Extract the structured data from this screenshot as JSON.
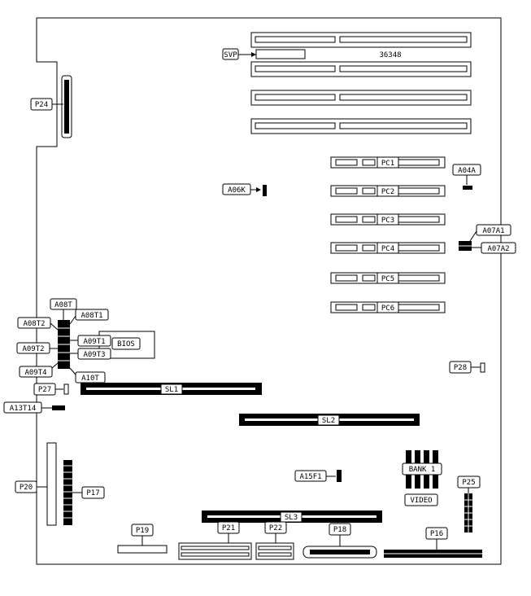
{
  "board": {
    "labels": {
      "svp": "SVP",
      "model": "36348",
      "p24": "P24",
      "pc1": "PC1",
      "pc2": "PC2",
      "pc3": "PC3",
      "pc4": "PC4",
      "pc5": "PC5",
      "pc6": "PC6",
      "a04a": "A04A",
      "a06k": "A06K",
      "a07a1": "A07A1",
      "a07a2": "A07A2",
      "a08t": "A08T",
      "a08t1": "A08T1",
      "a08t2": "A08T2",
      "a09t1": "A09T1",
      "a09t2": "A09T2",
      "a09t3": "A09T3",
      "a09t4": "A09T4",
      "a10t": "A10T",
      "bios": "BIOS",
      "p27": "P27",
      "p28": "P28",
      "sl1": "SL1",
      "sl2": "SL2",
      "sl3": "SL3",
      "a13t14": "A13T14",
      "p20": "P20",
      "p17": "P17",
      "a15f1": "A15F1",
      "bank1": "BANK 1",
      "video": "VIDEO",
      "p25": "P25",
      "p19": "P19",
      "p21": "P21",
      "p22": "P22",
      "p18": "P18",
      "p16": "P16"
    }
  }
}
